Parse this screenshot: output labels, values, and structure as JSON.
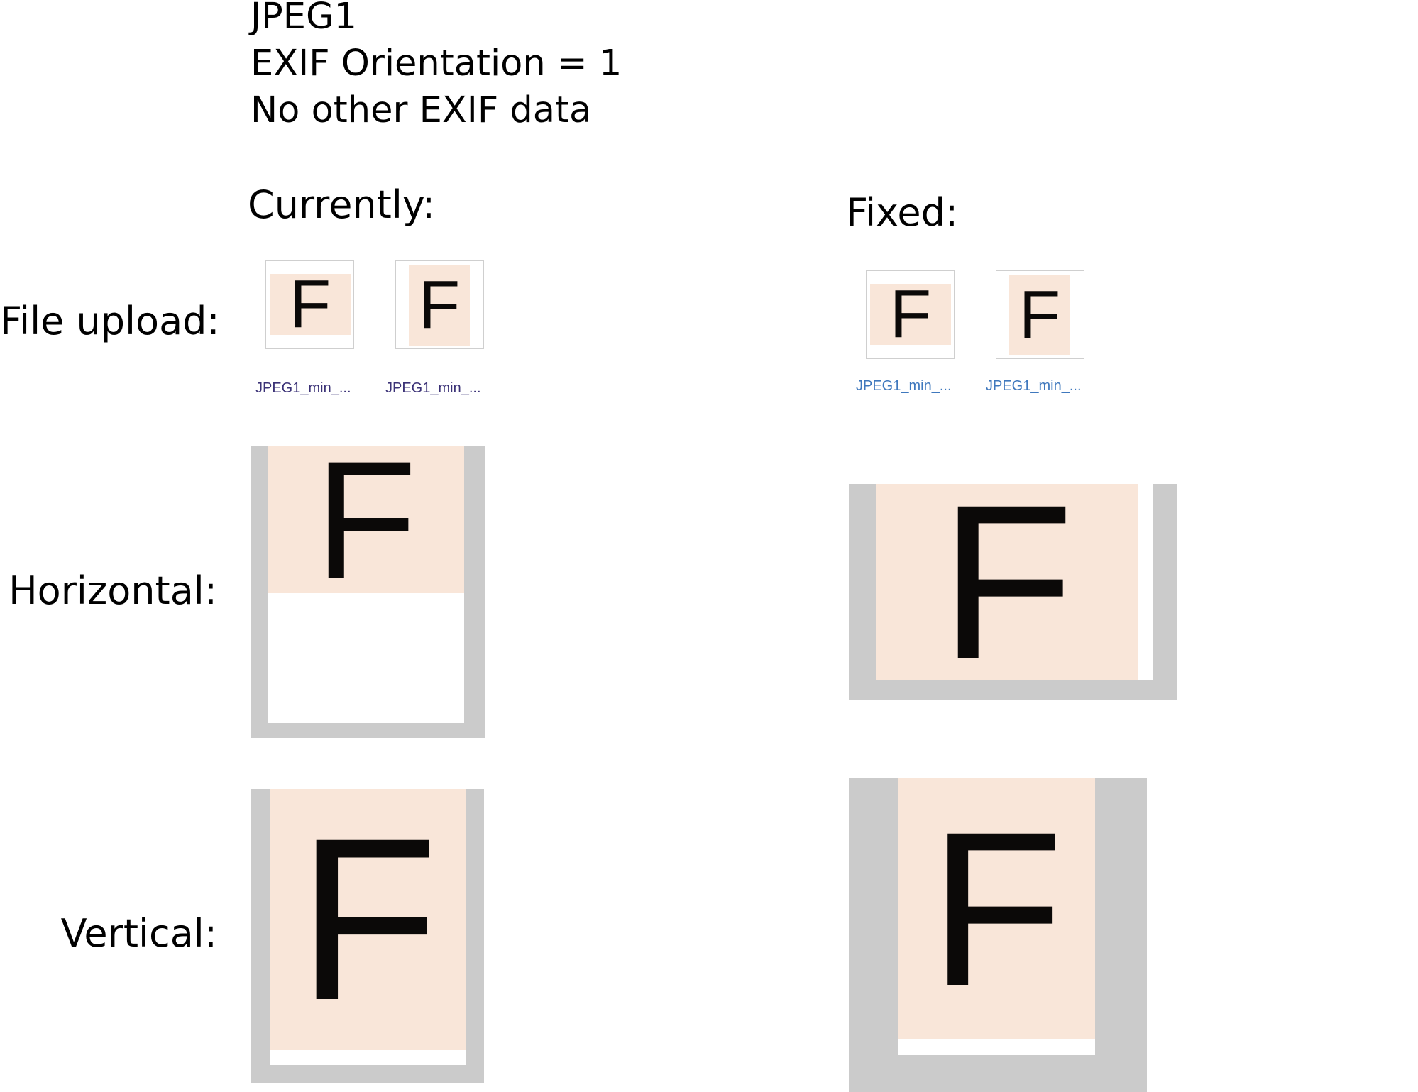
{
  "header": {
    "line1": "JPEG1",
    "line2": "EXIF Orientation = 1",
    "line3": "No other EXIF data"
  },
  "columns": {
    "current": "Currently:",
    "fixed": "Fixed:"
  },
  "rows": {
    "file_upload": "File upload:",
    "horizontal": "Horizontal:",
    "vertical": "Vertical:"
  },
  "glyph": "F",
  "thumbnails": {
    "current": [
      "JPEG1_min_...",
      "JPEG1_min_..."
    ],
    "fixed": [
      "JPEG1_min_...",
      "JPEG1_min_..."
    ]
  },
  "colors": {
    "image_fill": "#f9e6d9",
    "frame_gray": "#cbcbcb",
    "caption_current": "#3b3277",
    "caption_fixed": "#3f78bd"
  }
}
